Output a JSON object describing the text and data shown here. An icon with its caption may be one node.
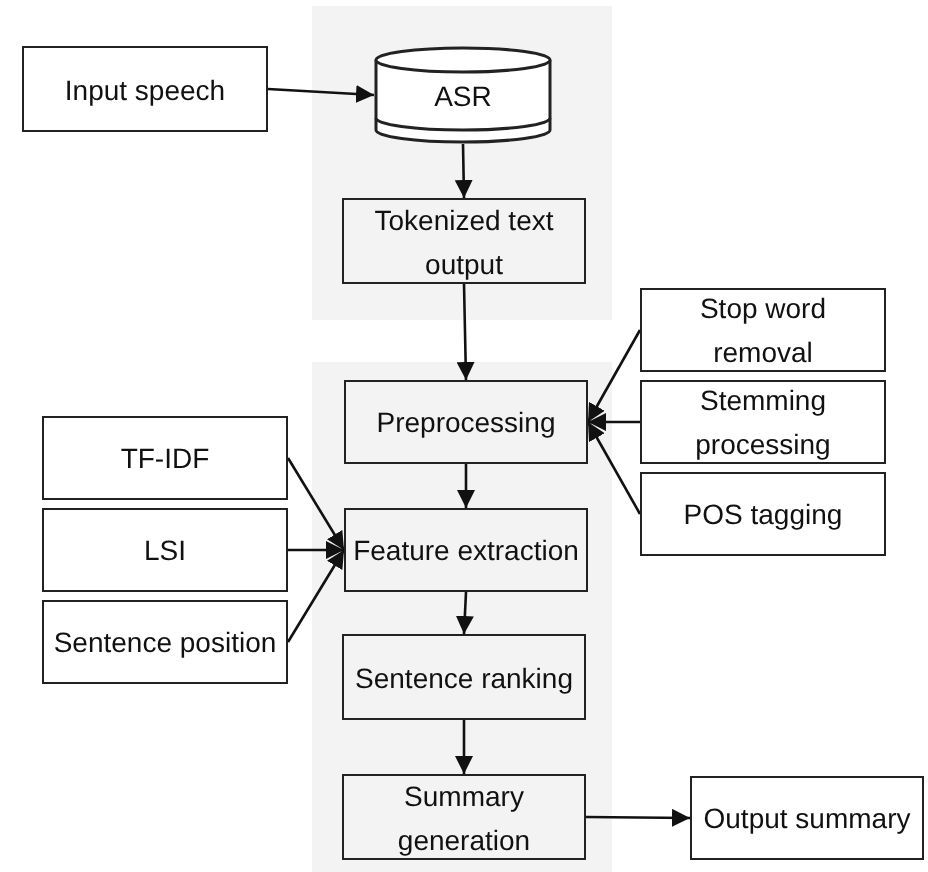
{
  "diagram": {
    "nodes": [
      {
        "text": [],
        "shape": "box"
      },
      {
        "text": [],
        "shape": "box"
      },
      {
        "text": [
          "Input speech"
        ]
      },
      {
        "text": [
          "ASR"
        ],
        "in": 0
      },
      {
        "text": [
          "Tokenized text output"
        ],
        "in": 0
      },
      {
        "text": [
          "Stop word removal"
        ]
      },
      {
        "text": [
          "Preprocessing"
        ],
        "in": 1
      },
      {
        "text": [
          "Stemming processing"
        ]
      },
      {
        "text": [
          "POS tagging"
        ]
      },
      {
        "text": [
          "TF-IDF"
        ]
      },
      {
        "text": [
          "LSI"
        ]
      },
      {
        "text": [
          "Sentence position"
        ]
      },
      {
        "text": [
          "Feature extraction"
        ],
        "in": 1
      },
      {
        "text": [
          "Sentence ranking"
        ],
        "in": 1
      },
      {
        "text": [
          "Summary generation"
        ],
        "in": 1
      },
      {
        "text": [
          "Output summary"
        ]
      }
    ],
    "edges": [
      {
        "from": 2,
        "to": 3,
        "arrow": "to"
      },
      {
        "from": 3,
        "to": 4,
        "arrow": "to"
      },
      {
        "from": 4,
        "to": 6,
        "arrow": "to"
      },
      {
        "from": 5,
        "to": 6,
        "arrow": "to"
      },
      {
        "from": 7,
        "to": 6,
        "arrow": "to"
      },
      {
        "from": 8,
        "to": 6,
        "arrow": "to"
      },
      {
        "from": 6,
        "to": 12,
        "arrow": "to"
      },
      {
        "from": 9,
        "to": 12,
        "arrow": "to"
      },
      {
        "from": 10,
        "to": 12,
        "arrow": "to"
      },
      {
        "from": 11,
        "to": 12,
        "arrow": "to"
      },
      {
        "from": 12,
        "to": 13,
        "arrow": "to"
      },
      {
        "from": 13,
        "to": 14,
        "arrow": "to"
      },
      {
        "from": 14,
        "to": 15,
        "arrow": "to"
      }
    ]
  }
}
